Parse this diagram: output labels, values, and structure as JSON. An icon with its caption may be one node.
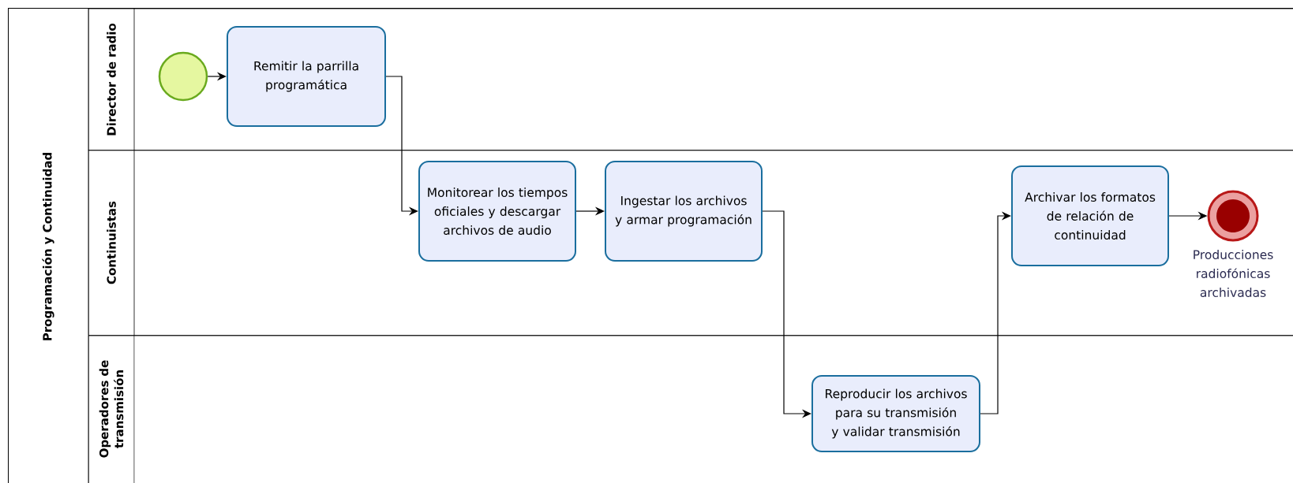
{
  "diagram": {
    "nodes": [
      {
        "text": [
          "Programación y Continuidad"
        ]
      },
      {
        "text": [
          "Director de radio"
        ],
        "in": 0
      },
      {
        "text": [
          "Continuistas"
        ],
        "in": 0
      },
      {
        "text": [
          "Operadores de transmisión"
        ],
        "in": 0
      },
      {
        "text": [],
        "shape": "circle",
        "in": 1
      },
      {
        "text": [
          "Remitir la parrilla programática"
        ],
        "in": 1
      },
      {
        "text": [
          "Monitorear los tiempos oficiales y descargar archivos de audio"
        ],
        "in": 2
      },
      {
        "text": [
          "Ingestar los archivos y armar programación"
        ],
        "in": 2
      },
      {
        "text": [
          "Reproducir los archivos para su transmisión y validar transmisión"
        ],
        "in": 3
      },
      {
        "text": [
          "Archivar los formatos de relación de continuidad"
        ],
        "in": 2
      },
      {
        "text": [],
        "shape": "circle",
        "beside": [
          "Producciones radiofónicas archivadas"
        ],
        "in": 2
      }
    ],
    "edges": [
      {
        "from": 4,
        "to": 5,
        "arrow": "to"
      },
      {
        "from": 5,
        "to": 6,
        "arrow": "to"
      },
      {
        "from": 6,
        "to": 7,
        "arrow": "to"
      },
      {
        "from": 7,
        "to": 8,
        "arrow": "to"
      },
      {
        "from": 8,
        "to": 9,
        "arrow": "to"
      },
      {
        "from": 9,
        "to": 10,
        "arrow": "to"
      }
    ]
  }
}
